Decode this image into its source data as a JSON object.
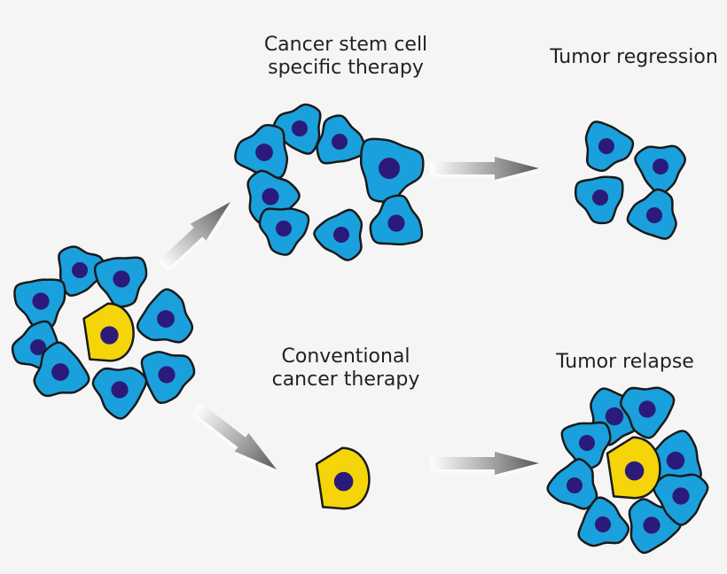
{
  "labels": {
    "csc_therapy": [
      "Cancer stem cell",
      "specific therapy"
    ],
    "conventional_therapy": [
      "Conventional",
      "cancer therapy"
    ],
    "tumor_regression": "Tumor regression",
    "tumor_relapse": "Tumor relapse"
  },
  "colors": {
    "background": "#f5f5f5",
    "cancer_cell": "#1aa0dc",
    "stem_cell": "#f5d50a",
    "nucleus": "#2b1a7a",
    "outline": "#1a1a1a",
    "arrow_dark": "#555555",
    "arrow_light": "#ffffff"
  },
  "icons": {
    "arrow": "gradient-arrow-icon"
  }
}
